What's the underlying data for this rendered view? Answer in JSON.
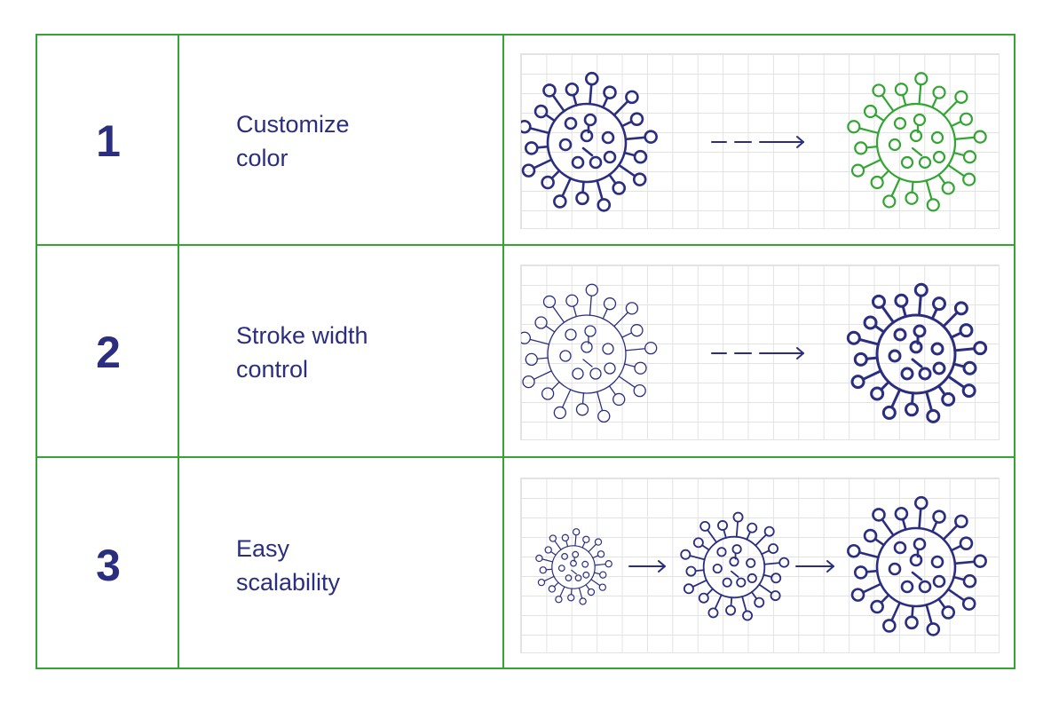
{
  "colors": {
    "border": "#33a532",
    "text": "#2b2e7f",
    "icon_default": "#2b2e7f",
    "icon_custom": "#33a532",
    "grid": "#e3e3e3"
  },
  "rows": [
    {
      "number": "1",
      "label": "Customize\ncolor"
    },
    {
      "number": "2",
      "label": "Stroke width\ncontrol"
    },
    {
      "number": "3",
      "label": "Easy\nscalability"
    }
  ]
}
